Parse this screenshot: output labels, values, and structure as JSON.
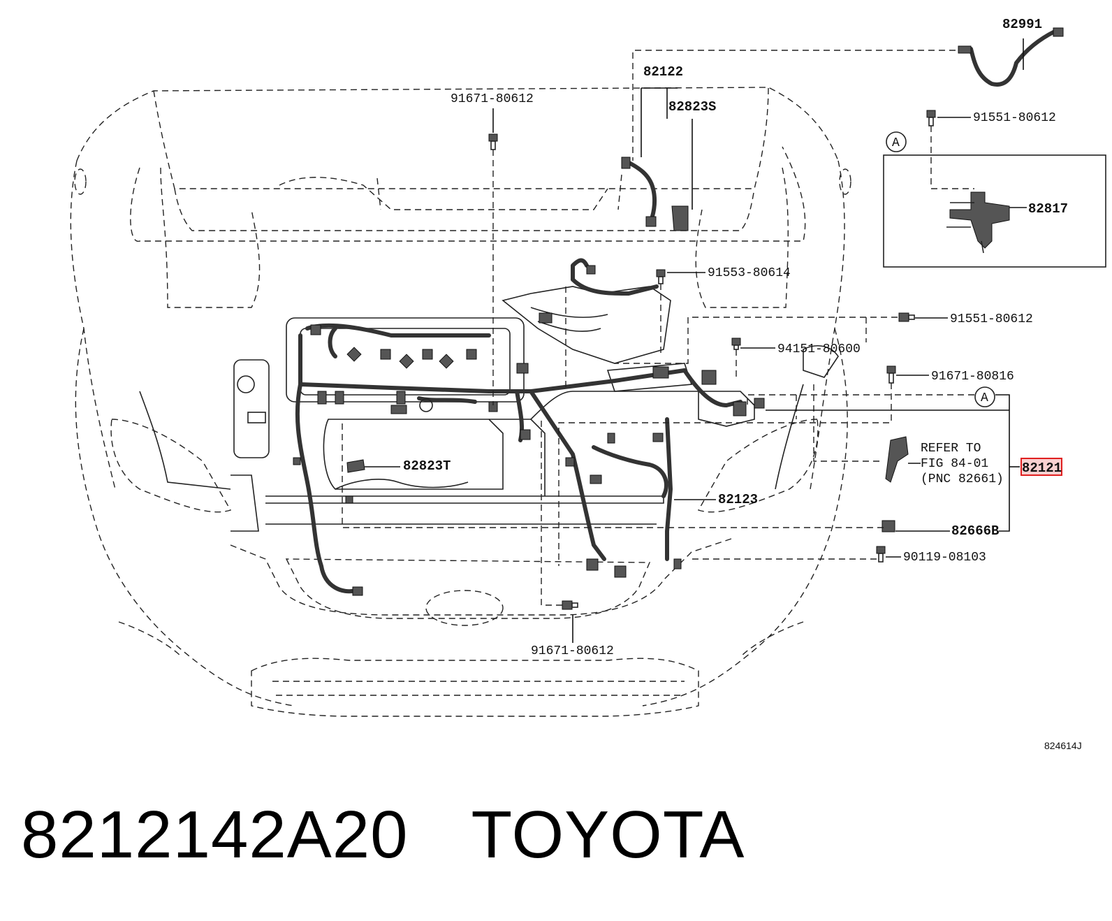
{
  "labels": {
    "p82991": "82991",
    "p82122": "82122",
    "p82823S": "82823S",
    "p91671_top": "91671-80612",
    "p91551_top": "91551-80612",
    "inset_marker": "A",
    "p82817": "82817",
    "p91553": "91553-80614",
    "p91551_mid": "91551-80612",
    "p94151": "94151-80600",
    "p91671_80816": "91671-80816",
    "marker_a": "A",
    "refer_line1": "REFER TO",
    "refer_line2": "FIG 84-01",
    "refer_line3": "(PNC 82661)",
    "p82121": "82121",
    "p82823T": "82823T",
    "p82123": "82123",
    "p82666B": "82666B",
    "p90119": "90119-08103",
    "p91671_bottom": "91671-80612",
    "diagram_code": "824614J"
  },
  "footer": {
    "part_number": "8212142A20",
    "brand": "TOYOTA"
  },
  "highlight_color": "#e02020"
}
